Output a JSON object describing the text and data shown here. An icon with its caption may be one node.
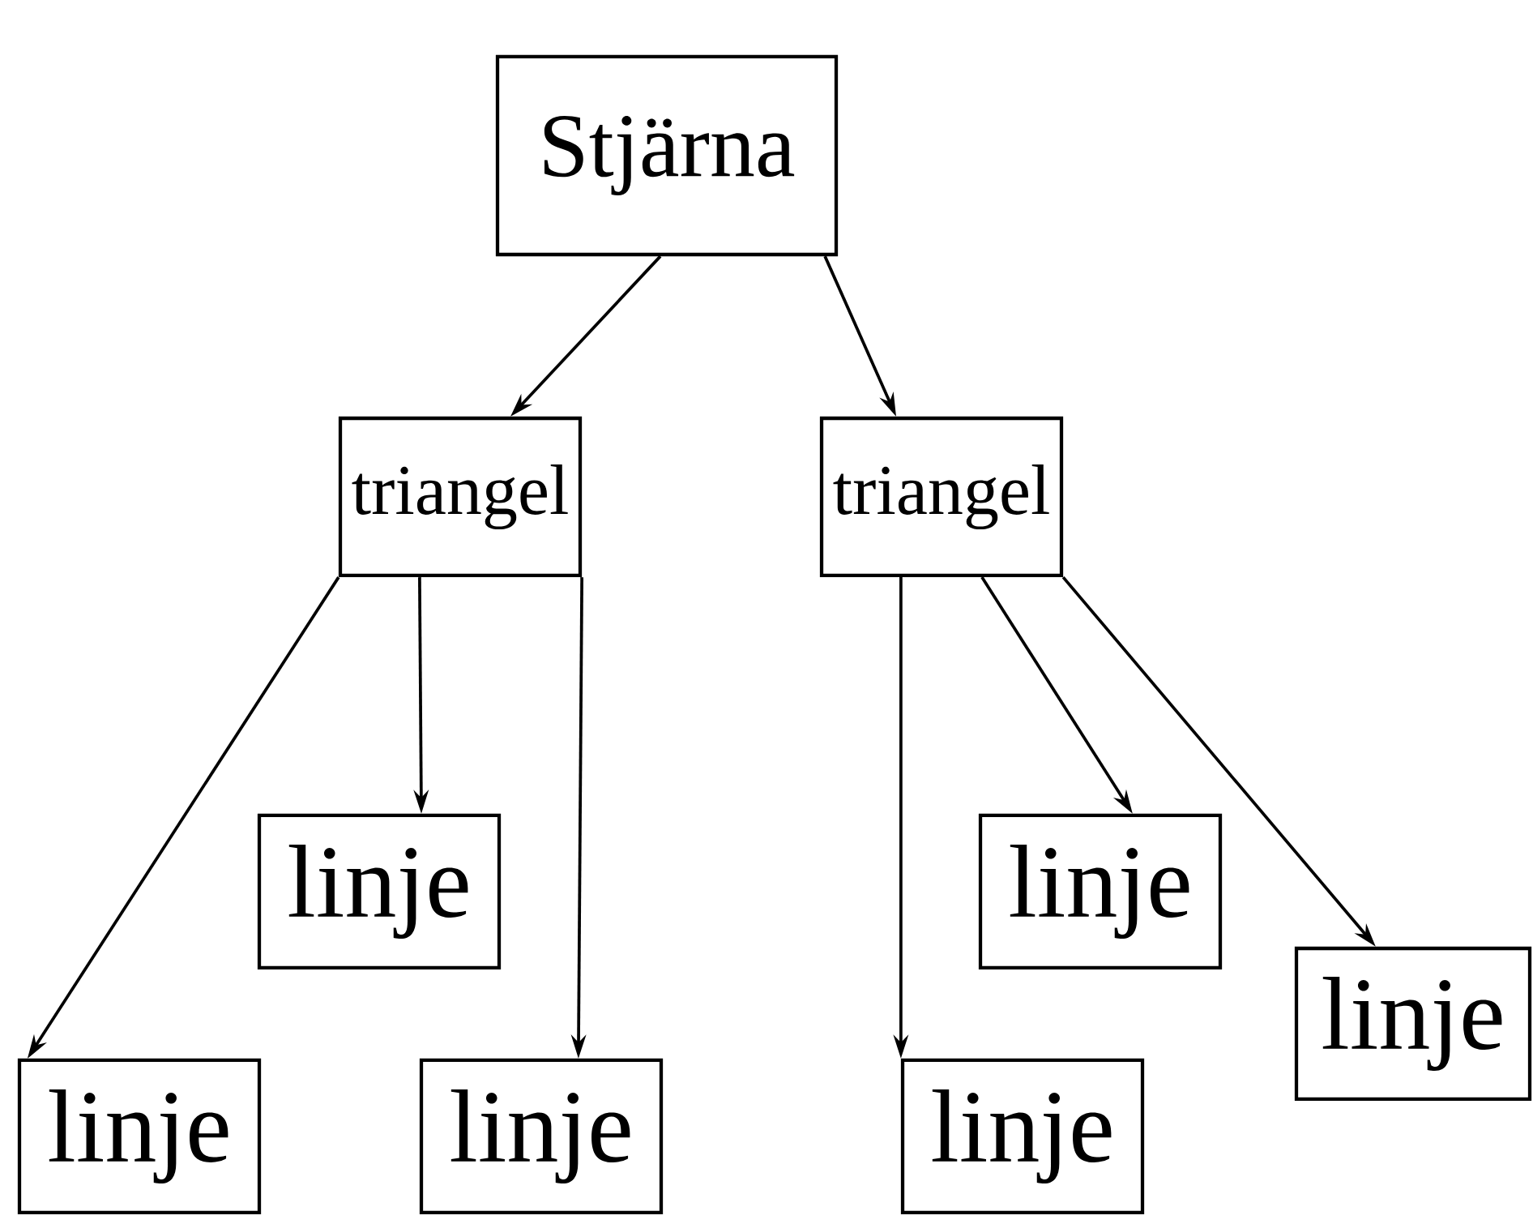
{
  "diagram": {
    "nodes": [
      {
        "text": [
          "Stjärna"
        ]
      },
      {
        "text": [
          "triangel"
        ]
      },
      {
        "text": [
          "triangel"
        ]
      },
      {
        "text": [
          "linje"
        ]
      },
      {
        "text": [
          "linje"
        ]
      },
      {
        "text": [
          "linje"
        ]
      },
      {
        "text": [
          "linje"
        ]
      },
      {
        "text": [
          "linje"
        ]
      },
      {
        "text": [
          "linje"
        ]
      }
    ],
    "edges": [
      {
        "from": 0,
        "to": 1,
        "arrow": "to"
      },
      {
        "from": 0,
        "to": 2,
        "arrow": "to"
      },
      {
        "from": 1,
        "to": 6,
        "arrow": "to"
      },
      {
        "from": 1,
        "to": 3,
        "arrow": "to"
      },
      {
        "from": 1,
        "to": 7,
        "arrow": "to"
      },
      {
        "from": 2,
        "to": 8,
        "arrow": "to"
      },
      {
        "from": 2,
        "to": 4,
        "arrow": "to"
      },
      {
        "from": 2,
        "to": 5,
        "arrow": "to"
      }
    ]
  }
}
